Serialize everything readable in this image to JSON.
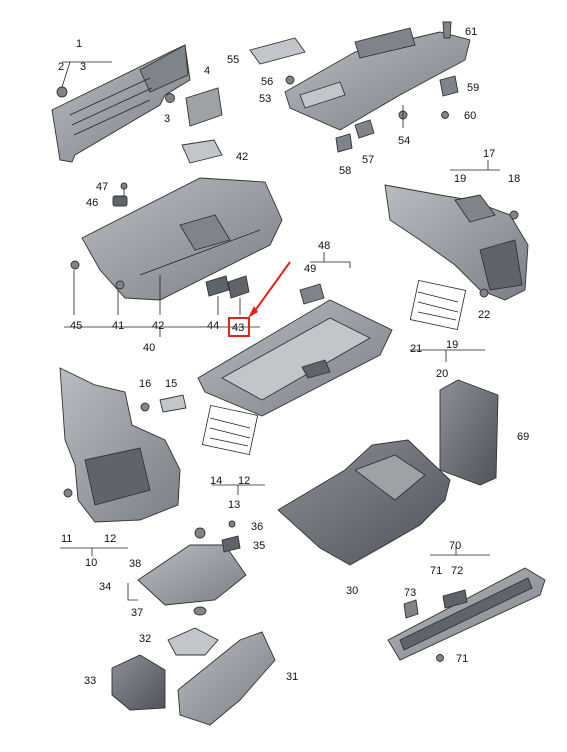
{
  "diagram": {
    "labels": [
      "1",
      "2",
      "3",
      "3",
      "4",
      "40",
      "41",
      "42",
      "42",
      "43",
      "44",
      "45",
      "46",
      "47",
      "48",
      "49",
      "53",
      "54",
      "55",
      "56",
      "57",
      "58",
      "59",
      "60",
      "61",
      "17",
      "18",
      "19",
      "19",
      "20",
      "21",
      "22",
      "16",
      "15",
      "10",
      "11",
      "12",
      "12",
      "13",
      "14",
      "69",
      "70",
      "71",
      "72",
      "73",
      "71",
      "30",
      "31",
      "32",
      "33",
      "34",
      "35",
      "36",
      "37",
      "38"
    ],
    "colors": {
      "accent_arrow": "#e0261b",
      "highlight_box": "#e0261b"
    }
  }
}
